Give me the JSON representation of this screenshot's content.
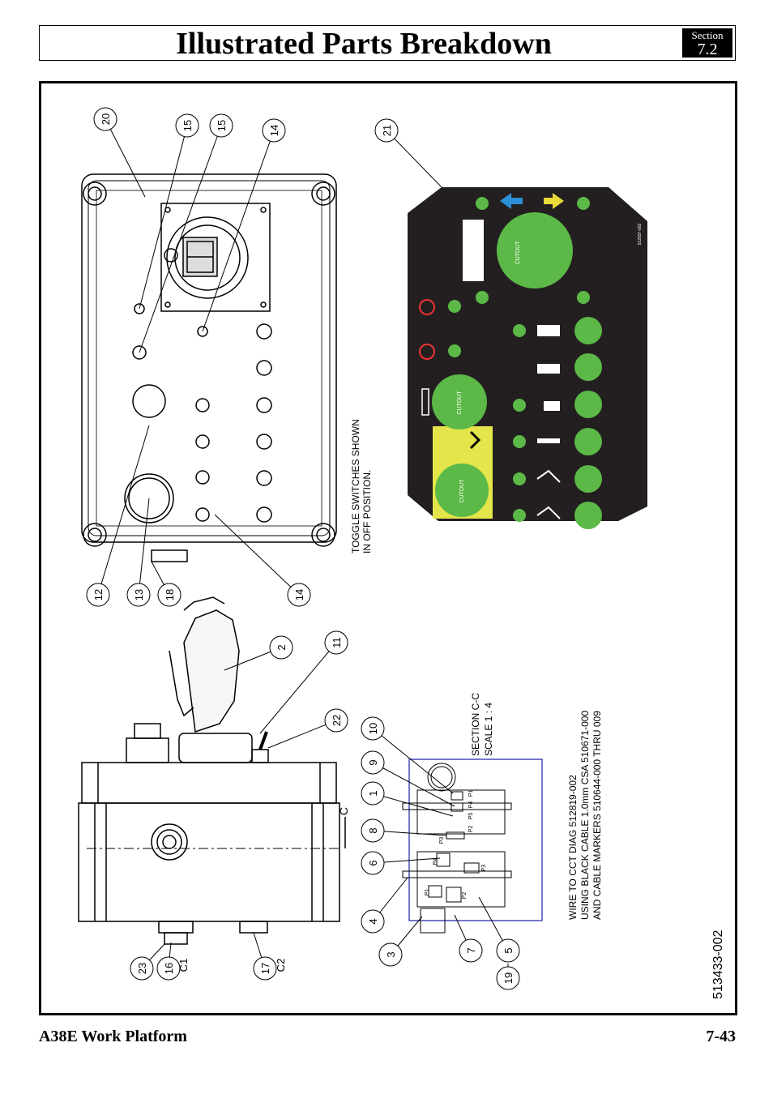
{
  "page": {
    "title": "Illustrated Parts Breakdown",
    "section_label": "Section",
    "section_number": "7.2",
    "footer_left": "A38E Work Platform",
    "footer_right": "7-43"
  },
  "drawing": {
    "part_number": "513433-002",
    "view_label": "C",
    "toggle_note": [
      "TOGGLE SWITCHES SHOWN",
      "IN OFF POSITION."
    ],
    "section_note": [
      "SECTION C-C",
      "SCALE 1 : 4"
    ],
    "wire_note": [
      "WIRE TO CCT DIAG 512819-002",
      "USING BLACK CABLE 1.0mm CSA 510671-000",
      "AND CABLE MARKERS 510644-000 THRU 009"
    ],
    "connector_labels": [
      "C1",
      "C2"
    ],
    "decal_cutout": "CUTOUT",
    "decal_part": "512937-002",
    "board_top_labels": [
      "P1",
      "P2",
      "P3",
      "P4",
      "P5"
    ],
    "board_bottom_labels": [
      "P1",
      "P2",
      "P3",
      "P4"
    ],
    "callouts": [
      "20",
      "15",
      "15",
      "14",
      "12",
      "13",
      "18",
      "14",
      "21",
      "2",
      "11",
      "22",
      "10",
      "9",
      "1",
      "8",
      "6",
      "4",
      "3",
      "7",
      "5",
      "19",
      "23",
      "16",
      "17"
    ]
  },
  "colors": {
    "decal_background": "#231f20",
    "cutout_green": "#5cb947",
    "decal_yellow": "#e3e54a",
    "arrow_blue": "#2a8fd6",
    "arrow_yellow": "#e9d93a",
    "board_outline": "#1a1aa8"
  }
}
